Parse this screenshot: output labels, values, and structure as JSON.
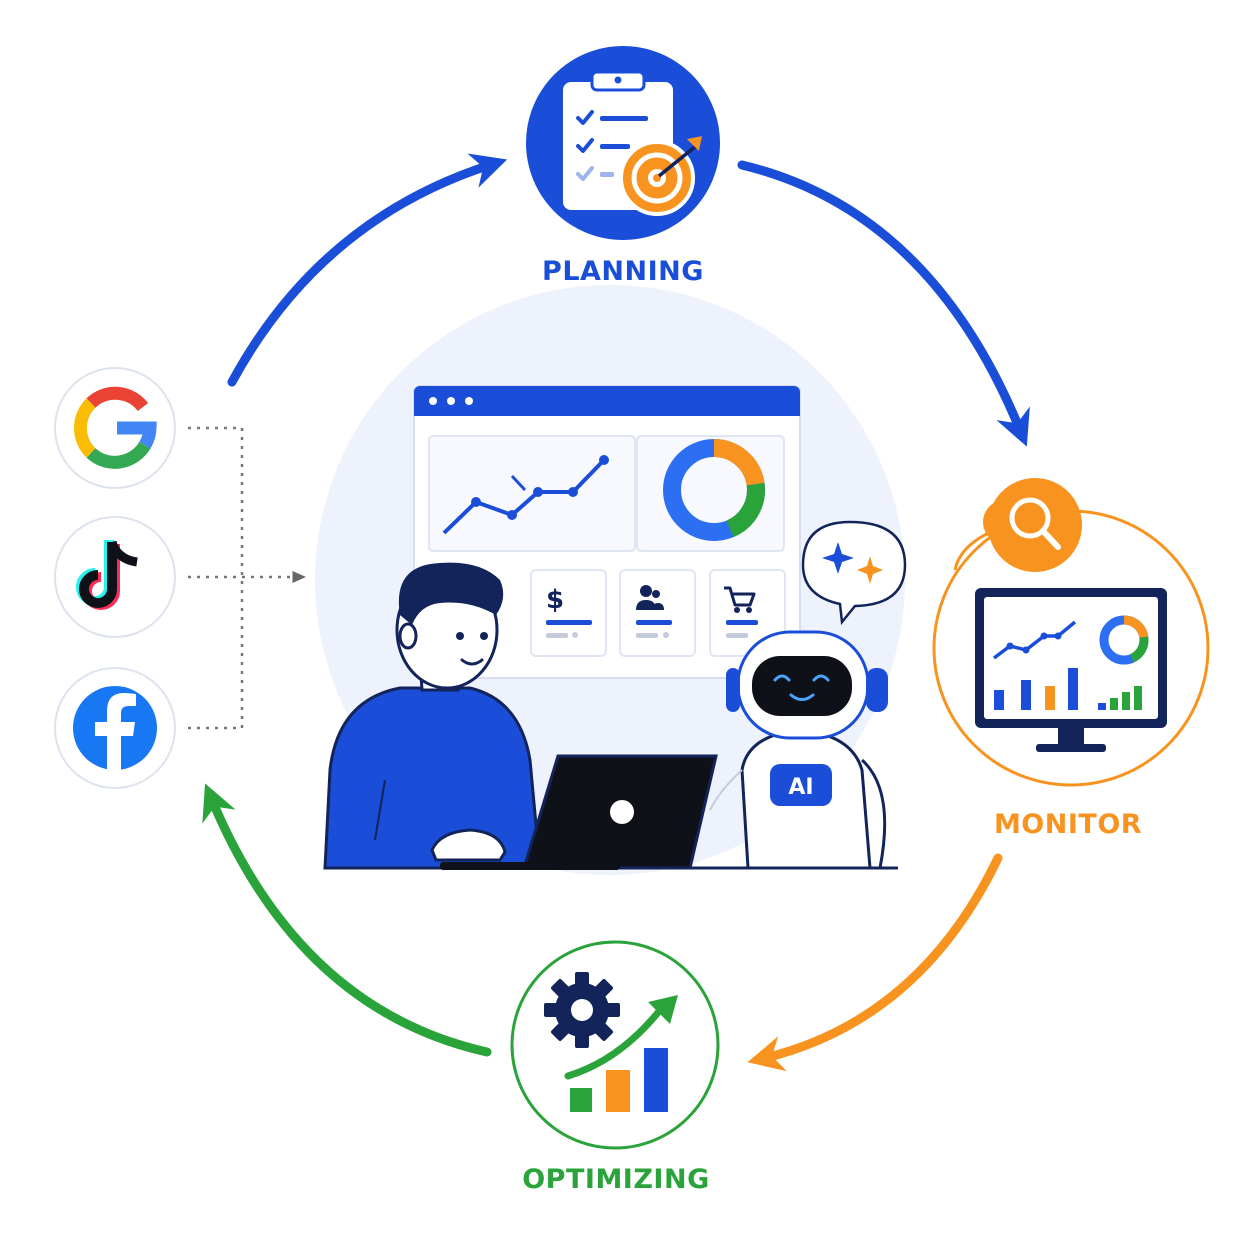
{
  "stages": {
    "planning": {
      "label": "PLANNING",
      "color": "#1a4ed8"
    },
    "monitor": {
      "label": "MONITOR",
      "color": "#f7931e"
    },
    "optimizing": {
      "label": "OPTIMIZING",
      "color": "#2aa33a"
    }
  },
  "robot": {
    "badge": "AI"
  },
  "kpi": {
    "revenue_symbol": "$"
  },
  "channels": [
    "google-icon",
    "tiktok-icon",
    "facebook-icon"
  ],
  "palette": {
    "blue": "#1a4ed8",
    "orange": "#f7931e",
    "green": "#2aa33a",
    "navy": "#12245a",
    "light_bg": "#eef2fc"
  }
}
